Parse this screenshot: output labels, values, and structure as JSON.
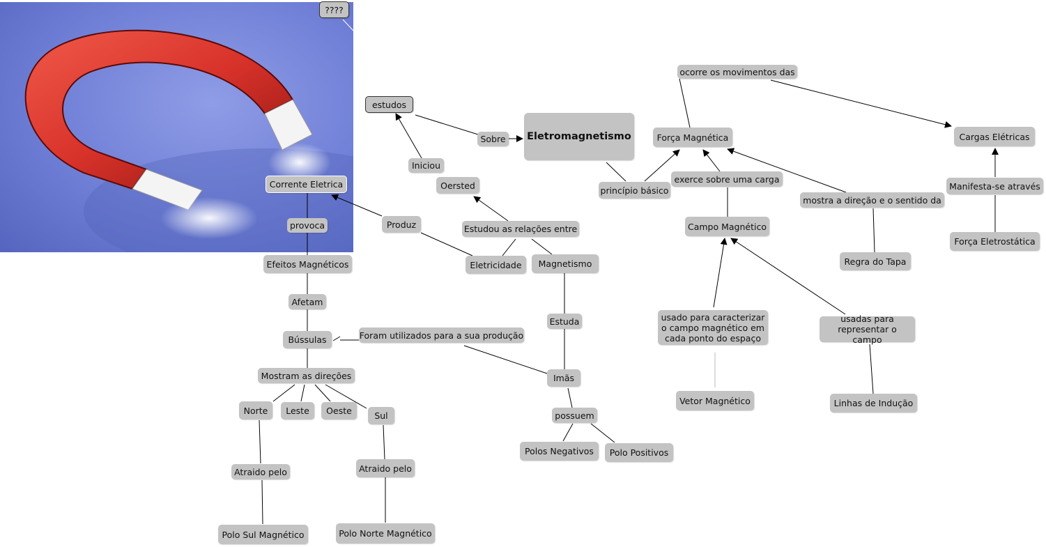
{
  "colors": {
    "node_fill": "#c3c3c3",
    "line": "#000000",
    "image_bg": "#7080d6",
    "magnet_red": "#d8322a",
    "magnet_white": "#f2f2f2"
  },
  "image": {
    "depicts": "horseshoe-magnet"
  },
  "nodes": {
    "question": "????",
    "estudos": "estudos",
    "sobre": "Sobre",
    "eletromagnetismo": "Eletromagnetismo",
    "iniciou": "Iniciou",
    "oersted": "Oersted",
    "corrente_eletrica": "Corrente Eletrica",
    "provoca": "provoca",
    "produz": "Produz",
    "estudou": "Estudou as relações entre",
    "efeitos_magneticos": "Efeitos Magnéticos",
    "eletricidade": "Eletricidade",
    "magnetismo": "Magnetismo",
    "afetam": "Afetam",
    "estuda": "Estuda",
    "bussulas": "Bússulas",
    "foram_utilizados": "Foram utilizados para a sua produção",
    "mostram": "Mostram as direções",
    "imas": "Imãs",
    "norte": "Norte",
    "leste": "Leste",
    "oeste": "Oeste",
    "sul": "Sul",
    "possuem": "possuem",
    "polos_negativos": "Polos Negativos",
    "polo_positivos": "Polo Positivos",
    "atraido_pelo_1": "Atraido pelo",
    "atraido_pelo_2": "Atraido pelo",
    "polo_sul_magnetico": "Polo Sul Magnético",
    "polo_norte_magnetico": "Polo Norte Magnético",
    "ocorre": "ocorre os movimentos das",
    "forca_magnetica": "Força Magnética",
    "cargas_eletricas": "Cargas Elétricas",
    "principio_basico": "princípio básico",
    "exerce": "exerce sobre uma carga",
    "mostra_direcao": "mostra a direção e o sentido da",
    "manifesta": "Manifesta-se através",
    "campo_magnetico": "Campo Magnético",
    "forca_eletrostatica": "Força Eletrostática",
    "regra_do_tapa": "Regra do Tapa",
    "usado_para": "usado para caracterizar o campo magnético em cada ponto do espaço",
    "usadas_para": "usadas para representar o campo",
    "vetor_magnetico": "Vetor Magnético",
    "linhas_de_inducao": "Linhas de Indução"
  }
}
